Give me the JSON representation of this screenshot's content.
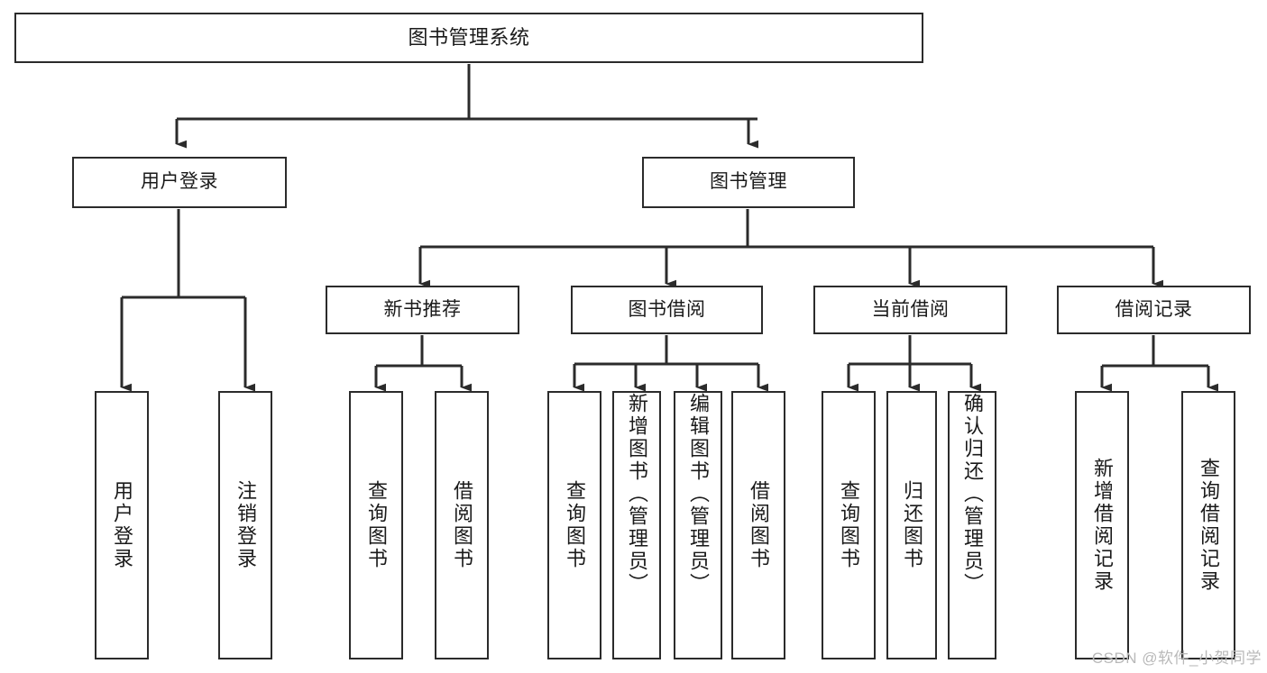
{
  "diagram": {
    "type": "tree-hierarchy-chart",
    "title": "图书管理系统",
    "stroke_color": "#2b2b2b",
    "background_color": "#ffffff",
    "watermark": "CSDN @软件_小贺同学",
    "levels": {
      "root": {
        "label": "图书管理系统"
      },
      "level1": [
        {
          "label": "用户登录"
        },
        {
          "label": "图书管理"
        }
      ],
      "level2": [
        {
          "label": "新书推荐"
        },
        {
          "label": "图书借阅"
        },
        {
          "label": "当前借阅"
        },
        {
          "label": "借阅记录"
        }
      ],
      "leaves": {
        "user_login": [
          {
            "label": "用户登录"
          },
          {
            "label": "注销登录"
          }
        ],
        "new_book_recommend": [
          {
            "label": "查询图书"
          },
          {
            "label": "借阅图书"
          }
        ],
        "book_borrow": [
          {
            "label": "查询图书"
          },
          {
            "label": "新增图书（管理员）"
          },
          {
            "label": "编辑图书（管理员）"
          },
          {
            "label": "借阅图书"
          }
        ],
        "current_borrow": [
          {
            "label": "查询图书"
          },
          {
            "label": "归还图书"
          },
          {
            "label": "确认归还（管理员）"
          }
        ],
        "borrow_record": [
          {
            "label": "新增借阅记录"
          },
          {
            "label": "查询借阅记录"
          }
        ]
      }
    }
  }
}
